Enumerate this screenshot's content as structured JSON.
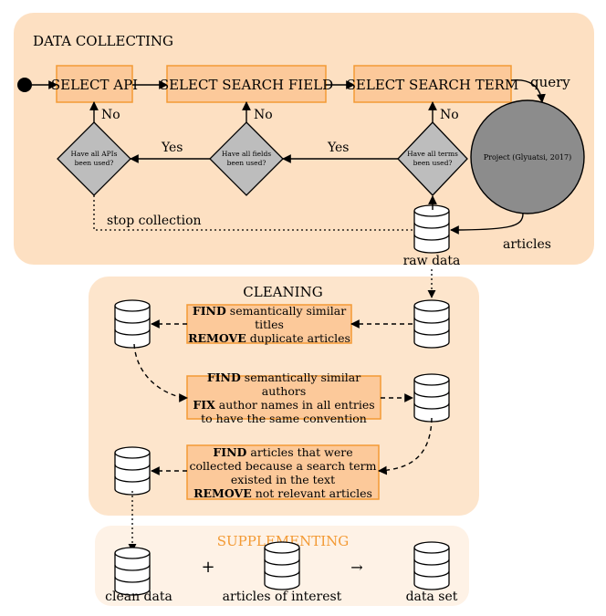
{
  "sections": {
    "collecting": {
      "title": "DATA COLLECTING"
    },
    "cleaning": {
      "title": "CLEANING"
    },
    "supplementing": {
      "title": "SUPPLEMENTING"
    }
  },
  "flow": {
    "select_api": "SELECT API",
    "select_field": "SELECT SEARCH FIELD",
    "select_term": "SELECT SEARCH TERM",
    "q_apis": [
      "Have all APIs",
      "been used?"
    ],
    "q_fields": [
      "Have all fields",
      "been used?"
    ],
    "q_terms": [
      "Have all terms",
      "been used?"
    ],
    "no": "No",
    "yes": "Yes",
    "query": "query",
    "project": "Project (Glyuatsi, 2017)",
    "articles": "articles",
    "stop": "stop collection",
    "raw": "raw data"
  },
  "cleaning": {
    "step1": {
      "b1": "FIND",
      "t1": " semantically similar titles",
      "b2": "REMOVE",
      "t2": " duplicate articles"
    },
    "step2": {
      "b1": "FIND",
      "t1": " semantically similar authors",
      "b2": "FIX",
      "t2": " author names in all entries to have the same convention"
    },
    "step3": {
      "b1": "FIND",
      "t1": " articles that were collected because a search term existed in the text",
      "b2": "REMOVE",
      "t2": " not relevant articles"
    }
  },
  "supplementing": {
    "clean": "clean data",
    "interest": "articles of interest",
    "dataset": "data set",
    "plus": "+",
    "arrow": "→"
  },
  "colors": {
    "panel_collecting": "#fde0c2",
    "panel_cleaning": "#fde5cc",
    "panel_supplementing": "#fef2e6",
    "box_fill": "#fcc99a",
    "box_stroke": "#f39a34",
    "diamond": "#bdbdbd",
    "circle": "#8c8c8c"
  }
}
